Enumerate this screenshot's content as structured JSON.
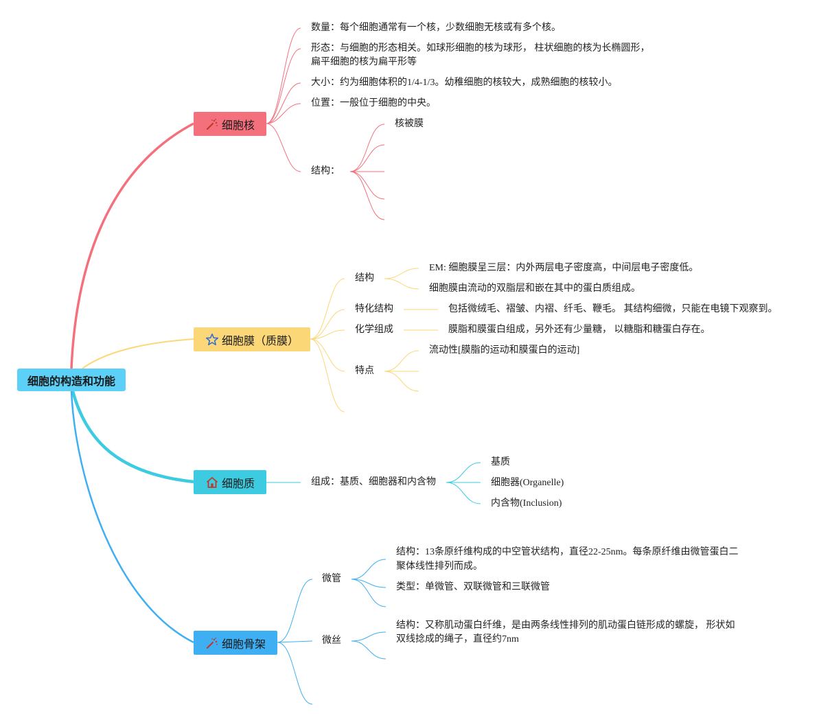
{
  "root": {
    "label": "细胞的构造和功能",
    "color": "#5cd0f6"
  },
  "branches": [
    {
      "label": "细胞核",
      "icon": "magic-wand-icon",
      "color": "#f4707c",
      "items": [
        "数量：每个细胞通常有一个核，少数细胞无核或有多个核。",
        "形态：与细胞的形态相关。如球形细胞的核为球形，  柱状细胞的核为长椭圆形，",
        "扁平细胞的核为扁平形等",
        "大小：约为细胞体积的1/4-1/3。幼稚细胞的核较大，成熟细胞的核较小。",
        "位置：一般位于细胞的中央。",
        "结构：",
        "核被膜"
      ]
    },
    {
      "label": "细胞膜（质膜）",
      "icon": "star-icon",
      "color": "#fcd778",
      "items": [
        "结构",
        "EM: 细胞膜呈三层：内外两层电子密度高，中间层电子密度低。",
        "细胞膜由流动的双脂层和嵌在其中的蛋白质组成。",
        "特化结构",
        "包括微绒毛、褶皱、内褶、纤毛、鞭毛。 其结构细微，只能在电镜下观察到。",
        "化学组成",
        "膜脂和膜蛋白组成，另外还有少量糖， 以糖脂和糖蛋白存在。",
        "特点",
        "流动性[膜脂的运动和膜蛋白的运动]"
      ]
    },
    {
      "label": "细胞质",
      "icon": "house-icon",
      "color": "#3ccbe0",
      "items": [
        "组成：基质、细胞器和内含物",
        "基质",
        "细胞器(Organelle)",
        "内含物(Inclusion)"
      ]
    },
    {
      "label": "细胞骨架",
      "icon": "magic-wand-icon",
      "color": "#3eaff2",
      "items": [
        "微管",
        "结构：13条原纤维构成的中空管状结构，直径22-25nm。每条原纤维由微管蛋白二",
        "聚体线性排列而成。",
        "类型：单微管、双联微管和三联微管",
        "微丝",
        "结构：又称肌动蛋白纤维，是由两条线性排列的肌动蛋白链形成的螺旋， 形状如",
        "双线捻成的绳子，直径约7nm"
      ]
    }
  ]
}
